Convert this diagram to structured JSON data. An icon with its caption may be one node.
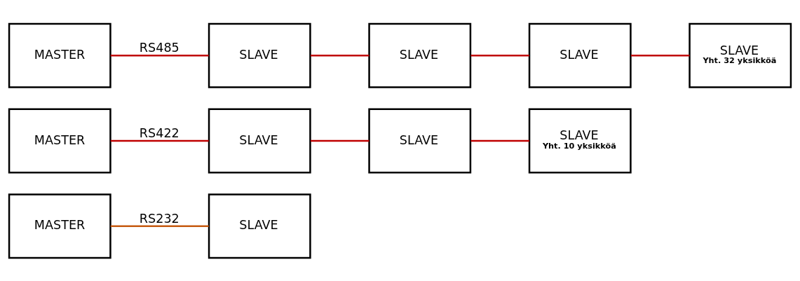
{
  "diagram": {
    "nodes": [
      {
        "text": [
          "MASTER"
        ]
      },
      {
        "text": [
          "SLAVE"
        ]
      },
      {
        "text": [
          "MASTER"
        ]
      },
      {
        "text": [
          "SLAVE"
        ]
      },
      {
        "text": [
          "SLAVE"
        ]
      },
      {
        "text": [
          "SLAVE",
          "Yht. 10 yksikköä"
        ]
      },
      {
        "text": [
          "MASTER"
        ]
      },
      {
        "text": [
          "SLAVE"
        ]
      },
      {
        "text": [
          "SLAVE"
        ]
      },
      {
        "text": [
          "SLAVE"
        ]
      },
      {
        "text": [
          "SLAVE",
          "Yht. 32 yksikköä"
        ]
      }
    ],
    "edges": [
      {
        "from": 0,
        "to": 1,
        "arrow": "none",
        "label": "RS232",
        "color": "#c55a11"
      },
      {
        "from": 2,
        "to": 3,
        "arrow": "none",
        "label": "RS422"
      },
      {
        "from": 3,
        "to": 4,
        "arrow": "none"
      },
      {
        "from": 4,
        "to": 5,
        "arrow": "none"
      },
      {
        "from": 6,
        "to": 7,
        "arrow": "none",
        "label": "RS485"
      },
      {
        "from": 7,
        "to": 8,
        "arrow": "none"
      },
      {
        "from": 8,
        "to": 9,
        "arrow": "none"
      },
      {
        "from": 9,
        "to": 10,
        "arrow": "none"
      }
    ]
  }
}
